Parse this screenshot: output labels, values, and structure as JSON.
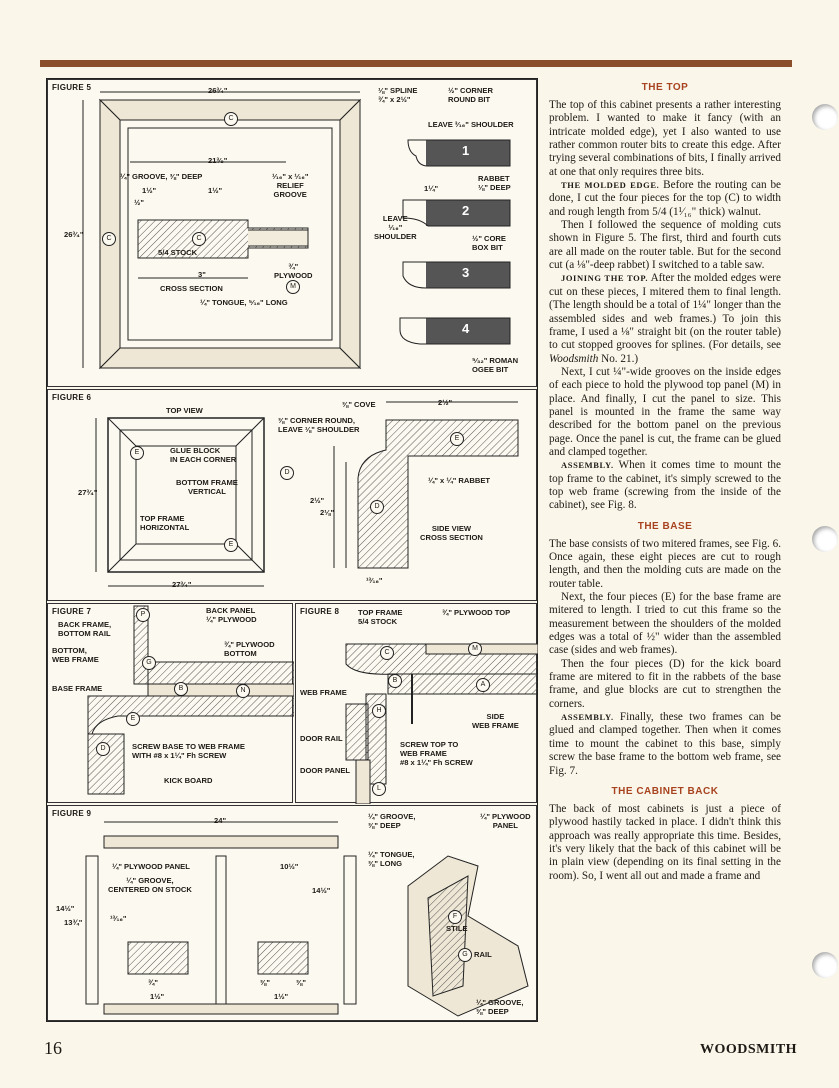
{
  "page": {
    "number": "16",
    "magazine": "WOODSMITH"
  },
  "figure5": {
    "label": "FIGURE 5",
    "dim_top": "26³⁄₄\"",
    "dim_left": "26³⁄₄\"",
    "c1": "C",
    "c2": "C",
    "dim_inner": "21³⁄₈\"",
    "groove": "¼\" GROOVE, ⅜\" DEEP",
    "d1": "1½\"",
    "d2": "1½\"",
    "d3": "½\"",
    "relief": "¹⁄₁₆\" x ¹⁄₁₆\"\nRELIEF\nGROOVE",
    "stock": "5/4 STOCK",
    "d3in": "3\"",
    "plywood": "¾\"\nPLYWOOD",
    "cross": "CROSS SECTION",
    "m": "M",
    "tongue": "¼\" TONGUE, ⁵⁄₁₆\" LONG",
    "spline": "⅛\" SPLINE\n¾\" x 2½\"",
    "corner": "½\" CORNER\nROUND BIT",
    "leave1": "LEAVE ³⁄₁₆\" SHOULDER",
    "n1": "1",
    "rabbet": "RABBET\n⅛\" DEEP",
    "d114": "1¼\"",
    "leave2": "LEAVE\n¹⁄₁₆\"\nSHOULDER",
    "n2": "2",
    "core": "½\" CORE\nBOX BIT",
    "n3": "3",
    "n4": "4",
    "ogee": "⁵⁄₃₂\" ROMAN\nOGEE BIT"
  },
  "figure6": {
    "label": "FIGURE 6",
    "top_view": "TOP VIEW",
    "e1": "E",
    "e2": "E",
    "e3": "E",
    "glue": "GLUE BLOCK\nIN EACH CORNER",
    "bottom": "BOTTOM FRAME\nVERTICAL",
    "d": "D",
    "d2": "D",
    "top_h": "TOP FRAME\nHORIZONTAL",
    "dim_left": "27³⁄₄\"",
    "dim_bottom": "27³⁄₄\"",
    "cove": "⅜\" COVE",
    "corner": "⅜\" CORNER ROUND,\nLEAVE ⅛\" SHOULDER",
    "dim_212": "2½\"",
    "rabbet": "¼\" x ¼\" RABBET",
    "h1": "2½\"",
    "h2": "2⅛\"",
    "side": "SIDE VIEW\nCROSS SECTION",
    "w": "¹³⁄₁₆\""
  },
  "figure7": {
    "label": "FIGURE 7",
    "back_frame": "BACK FRAME,\nBOTTOM RAIL",
    "bottom_web": "BOTTOM,\nWEB FRAME",
    "base_frame": "BASE FRAME",
    "back_panel": "BACK PANEL\n¼\" PLYWOOD",
    "ply_bottom": "¾\" PLYWOOD\nBOTTOM",
    "p": "P",
    "g": "G",
    "b": "B",
    "n": "N",
    "e": "E",
    "d": "D",
    "screw": "SCREW BASE TO WEB FRAME\nWITH #8 x 1¼\" Fh SCREW",
    "kick": "KICK BOARD"
  },
  "figure8": {
    "label": "FIGURE 8",
    "top_frame": "TOP FRAME\n5/4 STOCK",
    "ply_top": "¾\" PLYWOOD TOP",
    "c": "C",
    "m": "M",
    "b": "B",
    "a": "A",
    "h": "H",
    "l": "L",
    "web": "WEB FRAME",
    "side_web": "SIDE\nWEB FRAME",
    "door_rail": "DOOR RAIL",
    "screw": "SCREW TOP TO\nWEB FRAME\n#8 x 1¼\" Fh SCREW",
    "door_panel": "DOOR PANEL"
  },
  "figure9": {
    "label": "FIGURE 9",
    "dim24": "24\"",
    "ply_panel": "¼\" PLYWOOD PANEL",
    "groove_c": "¼\" GROOVE,\nCENTERED ON STOCK",
    "dim1012": "10½\"",
    "dim1412a": "14½\"",
    "dim1412b": "14½\"",
    "dim1334": "13¾\"",
    "w1316": "¹³⁄₁₆\"",
    "d34": "¾\"",
    "d112": "1½\"",
    "d38a": "⅜\"",
    "d38b": "⅜\"",
    "d112b": "1½\"",
    "groove": "¼\" GROOVE,\n⅜\" DEEP",
    "tongue": "¼\" TONGUE,\n⅜\" LONG",
    "ply": "¼\" PLYWOOD\nPANEL",
    "f": "F",
    "stile": "STILE",
    "g": "G",
    "rail": "RAIL",
    "groove2": "¼\" GROOVE,\n⅜\" DEEP"
  },
  "text": {
    "h_top": "THE TOP",
    "p1": "The top of this cabinet presents a rather interesting problem. I wanted to make it fancy (with an intricate molded edge), yet I also wanted to use rather common router bits to create this edge. After trying several combinations of bits, I finally arrived at one that only requires three bits.",
    "rh_molded": "THE MOLDED EDGE.",
    "p2": " Before the routing can be done, I cut the four pieces for the top (C) to width and rough length from 5/4 (1¹⁄₁₆\" thick) walnut.",
    "p3": "Then I followed the sequence of molding cuts shown in Figure 5. The first, third and fourth cuts are all made on the router table. But for the second cut (a ⅛\"-deep rabbet) I switched to a table saw.",
    "rh_join": "JOINING THE TOP.",
    "p4a": " After the molded edges were cut on these pieces, I mitered them to final length. (The length should be a total of 1¼\" longer than the assembled sides and web frames.) To join this frame, I used a ⅛\" straight bit (on the router table) to cut stopped grooves for splines. (For details, see ",
    "p4b": "Woodsmith",
    "p4c": " No. 21.)",
    "p5": "Next, I cut ¼\"-wide grooves on the inside edges of each piece to hold the plywood top panel (M) in place. And finally, I cut the panel to size. This panel is mounted in the frame the same way described for the bottom panel on the previous page. Once the panel is cut, the frame can be glued and clamped together.",
    "rh_assembly": "ASSEMBLY.",
    "p6": " When it comes time to mount the top frame to the cabinet, it's simply screwed to the top web frame (screwing from the inside of the cabinet), see Fig. 8.",
    "h_base": "THE BASE",
    "p7": "The base consists of two mitered frames, see Fig. 6. Once again, these eight pieces are cut to rough length, and then the molding cuts are made on the router table.",
    "p8": "Next, the four pieces (E) for the base frame are mitered to length. I tried to cut this frame so the measurement between the shoulders of the molded edges was a total of ½\" wider than the assembled case (sides and web frames).",
    "p9": "Then the four pieces (D) for the kick board frame are mitered to fit in the rabbets of the base frame, and glue blocks are cut to strengthen the corners.",
    "rh_assembly2": "ASSEMBLY.",
    "p10": " Finally, these two frames can be glued and clamped together. Then when it comes time to mount the cabinet to this base, simply screw the base frame to the bottom web frame, see Fig. 7.",
    "h_back": "THE CABINET BACK",
    "p11": "The back of most cabinets is just a piece of plywood hastily tacked in place. I didn't think this approach was really appropriate this time. Besides, it's very likely that the back of this cabinet will be in plain view (depending on its final setting in the room). So, I went all out and made a frame and"
  }
}
